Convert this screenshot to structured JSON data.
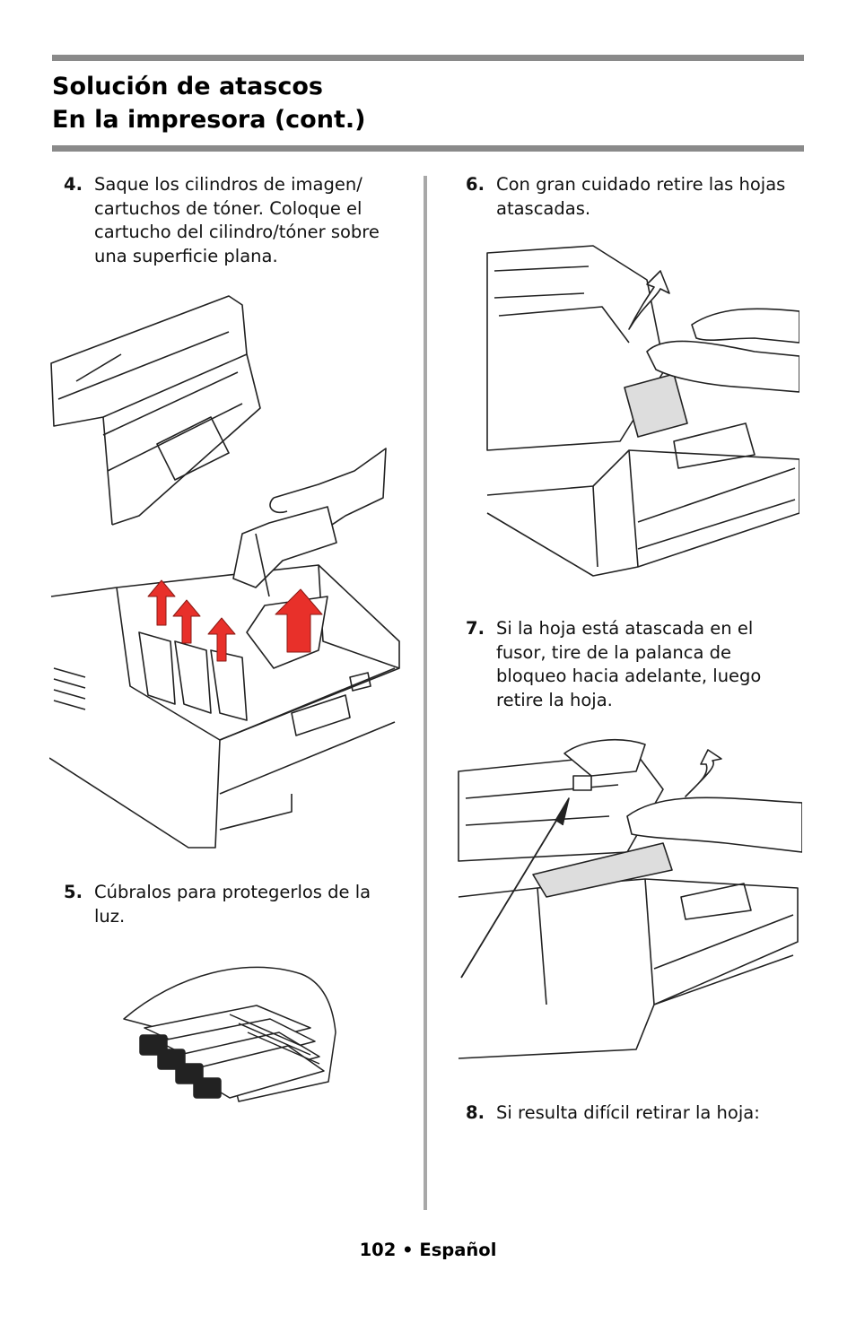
{
  "header": {
    "title_line1": "Solución de atascos",
    "title_line2": "En la impresora (cont.)"
  },
  "steps": [
    {
      "number": "4.",
      "text": "Saque los cilindros de imagen/ cartuchos de tóner. Coloque el cartucho del cilindro/tóner sobre una superficie plana."
    },
    {
      "number": "5.",
      "text": "Cúbralos para protegerlos de la luz."
    },
    {
      "number": "6.",
      "text": "Con gran cuidado retire las hojas atascadas."
    },
    {
      "number": "7.",
      "text": "Si la hoja está atascada en el fusor, tire de la palanca de bloqueo hacia adelante, luego retire la hoja."
    },
    {
      "number": "8.",
      "text": "Si resulta difícil retirar la hoja:"
    }
  ],
  "footer": {
    "page_number": "102",
    "separator": "•",
    "language": "Español"
  },
  "colors": {
    "rule": "#8a8a8a",
    "divider": "#a8a8a8",
    "arrow": "#e8302a"
  }
}
